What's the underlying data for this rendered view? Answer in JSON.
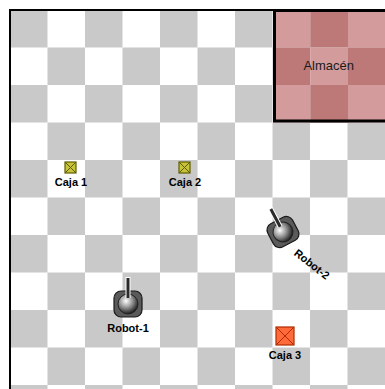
{
  "diagram": {
    "nodes": [
      {
        "text": [
          "Almacén"
        ]
      },
      {
        "text": [
          "Caja 1"
        ]
      },
      {
        "text": [
          "Caja 2"
        ]
      },
      {
        "text": [
          "Robot-2"
        ]
      },
      {
        "text": [
          "Robot-1"
        ]
      },
      {
        "text": [
          "Caja 3"
        ]
      }
    ]
  }
}
